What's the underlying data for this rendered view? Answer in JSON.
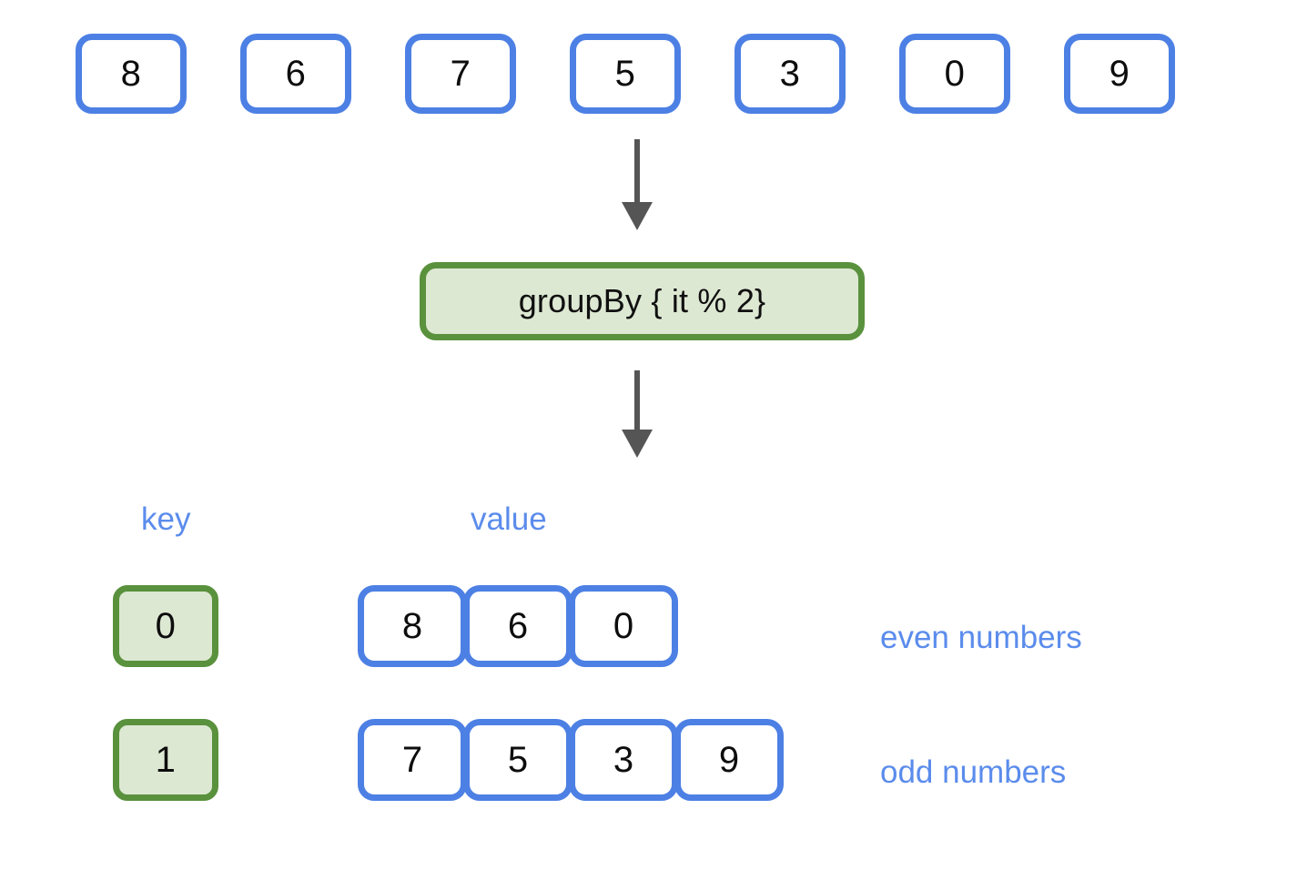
{
  "colors": {
    "blue_border": "#4d80e4",
    "green_border": "#59913d",
    "green_fill": "#dde8d3",
    "arrow": "#555555",
    "label_blue": "#5b8cec",
    "number_text": "#0d0d0d",
    "background": "#ffffff"
  },
  "input": {
    "values": [
      "8",
      "6",
      "7",
      "5",
      "3",
      "0",
      "9"
    ]
  },
  "operation": {
    "label": "groupBy { it % 2}"
  },
  "arrows": [
    {
      "name": "arrow-input-to-operation"
    },
    {
      "name": "arrow-operation-to-result"
    }
  ],
  "result": {
    "captions": {
      "key": "key",
      "value": "value"
    },
    "groups": [
      {
        "key": "0",
        "values": [
          "8",
          "6",
          "0"
        ],
        "annotation": "even numbers"
      },
      {
        "key": "1",
        "values": [
          "7",
          "5",
          "3",
          "9"
        ],
        "annotation": "odd numbers"
      }
    ]
  }
}
